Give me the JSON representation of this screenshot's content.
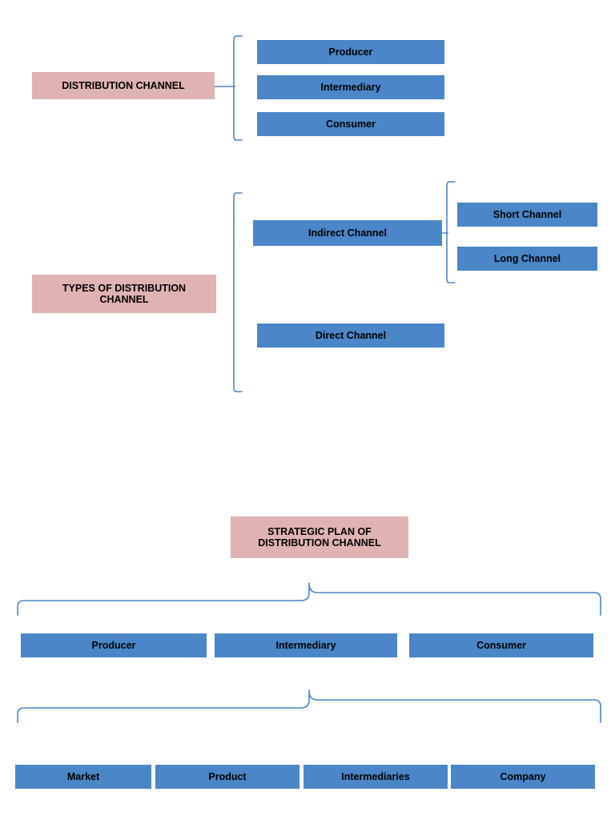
{
  "diagram": {
    "title_hidden": "",
    "colors": {
      "node_blue": "#4a86c8",
      "node_pink": "#e0b3b3",
      "brace_stroke": "#4a86c8",
      "text": "#000000",
      "background": "#ffffff"
    },
    "section1": {
      "label": "DISTRIBUTION CHANNEL",
      "items": [
        {
          "label": "Producer"
        },
        {
          "label": "Intermediary"
        },
        {
          "label": "Consumer"
        }
      ]
    },
    "section2": {
      "label": "TYPES OF DISTRIBUTION CHANNEL",
      "items": [
        {
          "label": "Indirect  Channel"
        },
        {
          "label": "Direct Channel"
        }
      ],
      "subitems": [
        {
          "label": "Short  Channel"
        },
        {
          "label": "Long Channel"
        }
      ]
    },
    "section3": {
      "label": "STRATEGIC PLAN OF DISTRIBUTION CHANNEL",
      "row1": [
        {
          "label": "Producer"
        },
        {
          "label": "Intermediary"
        },
        {
          "label": "Consumer"
        }
      ],
      "row2": [
        {
          "label": "Market"
        },
        {
          "label": "Product"
        },
        {
          "label": "Intermediaries"
        },
        {
          "label": "Company"
        }
      ]
    }
  }
}
